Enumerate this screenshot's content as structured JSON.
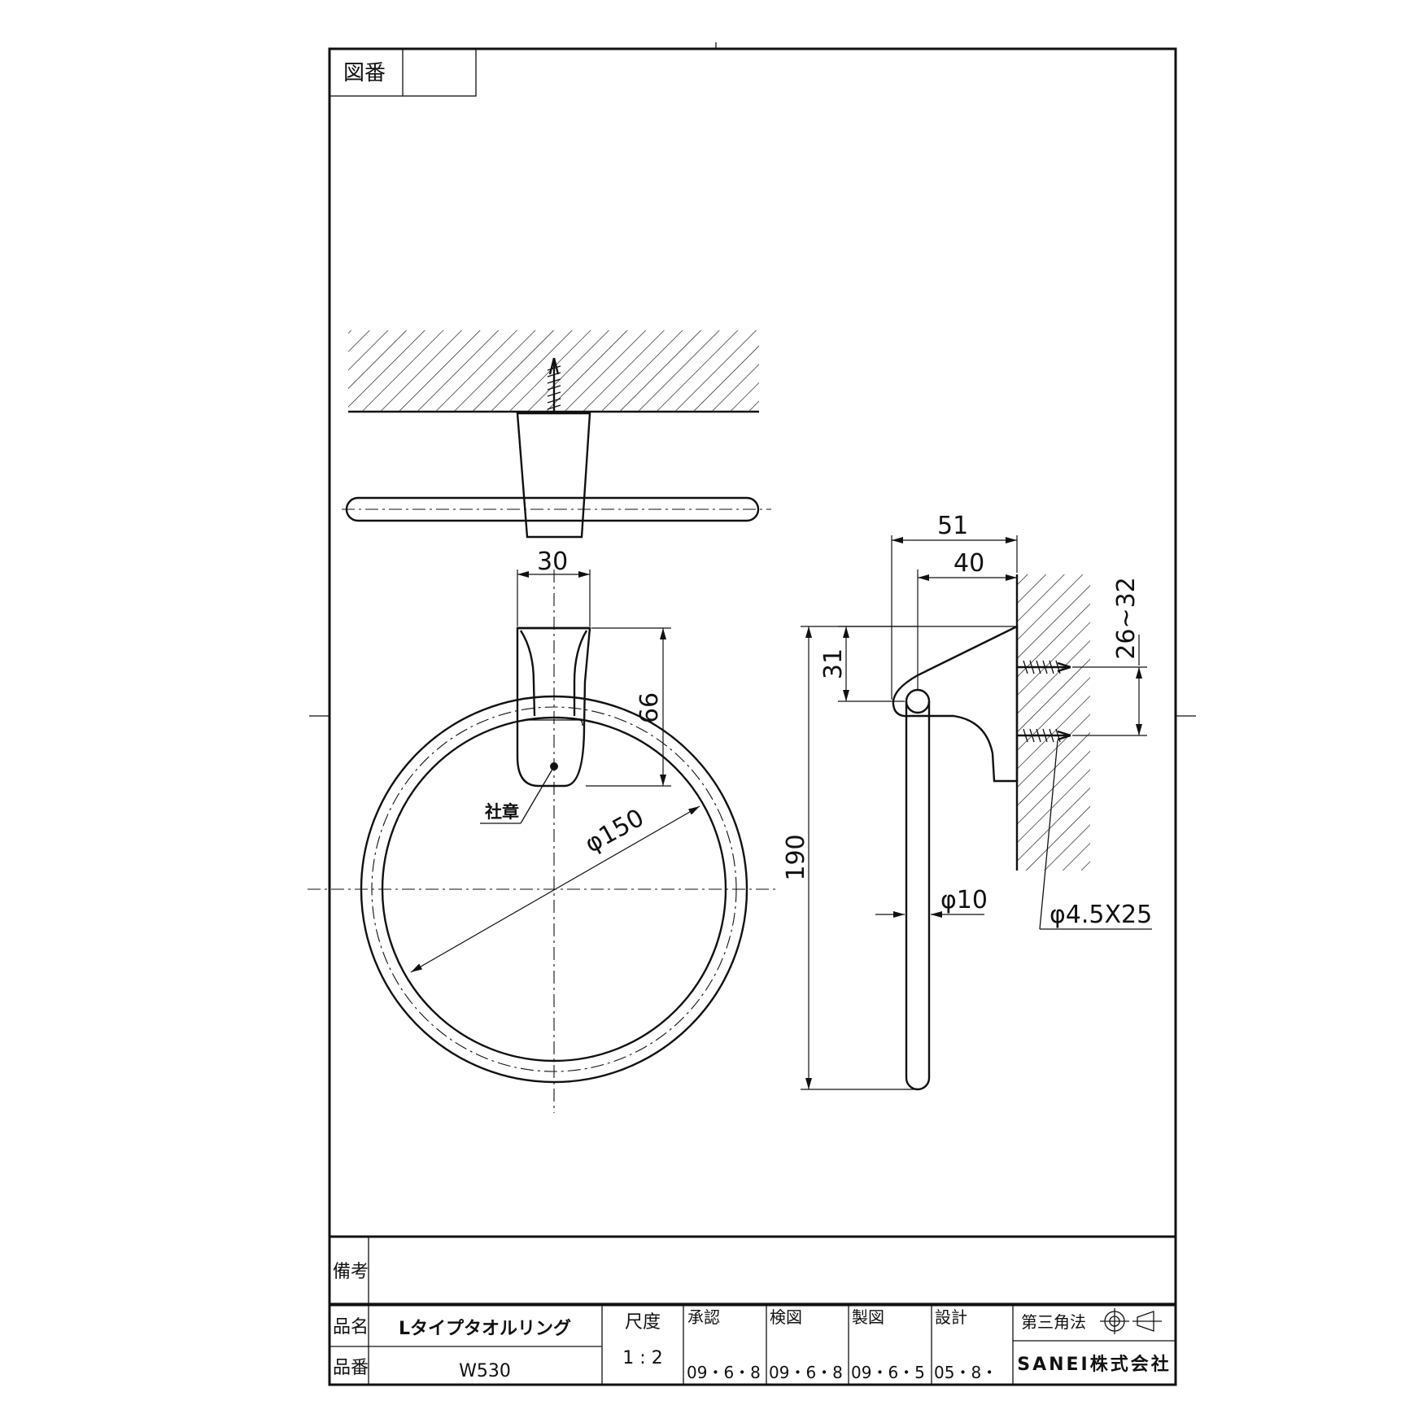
{
  "drawing_number_label": "図番",
  "drawing_number_value": "",
  "dimensions": {
    "width_30": "30",
    "height_66": "66",
    "diameter_150": "φ150",
    "logo_label": "社章",
    "depth_51": "51",
    "depth_40": "40",
    "offset_31": "31",
    "screw_pitch": "26~32",
    "height_190": "190",
    "rod_diameter": "φ10",
    "screw_spec": "φ4.5X25"
  },
  "title_block": {
    "remarks_label": "備考",
    "remarks_value": "",
    "product_name_label": "品名",
    "product_name_value": "Lタイプタオルリング",
    "product_number_label": "品番",
    "product_number_value": "W530",
    "scale_label": "尺度",
    "scale_value": "1 : 2",
    "approval_label": "承認",
    "approval_date": "09・6・8",
    "check_label": "検図",
    "check_date": "09・6・8",
    "drafting_label": "製図",
    "drafting_date": "09・6・5",
    "design_label": "設計",
    "design_date": "05・8・",
    "projection_label": "第三角法",
    "company_name": "SANEI株式会社"
  }
}
